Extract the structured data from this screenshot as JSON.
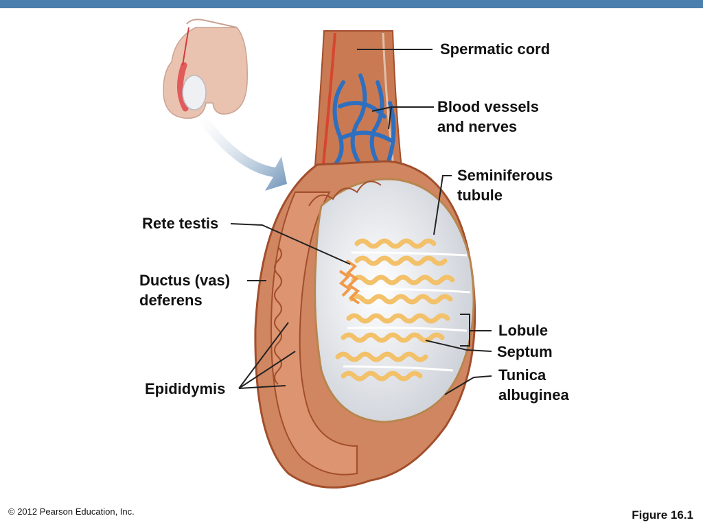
{
  "colors": {
    "topbar": "#4a80ab",
    "tissue": "#c97a52",
    "tissue_dark": "#a24e2c",
    "tubule": "#f2c16a",
    "vein": "#2f6fbf",
    "tunica": "#e6e8ec",
    "leader": "#222222"
  },
  "labels": {
    "spermatic_cord": "Spermatic cord",
    "blood_vessels": "Blood vessels\nand nerves",
    "seminiferous": "Seminiferous\ntubule",
    "rete_testis": "Rete testis",
    "ductus": "Ductus (vas)\ndeferens",
    "lobule": "Lobule",
    "septum": "Septum",
    "tunica": "Tunica\nalbuginea",
    "epididymis": "Epididymis"
  },
  "footer": {
    "copyright": "© 2012 Pearson Education, Inc.",
    "figure": "Figure 16.1"
  }
}
